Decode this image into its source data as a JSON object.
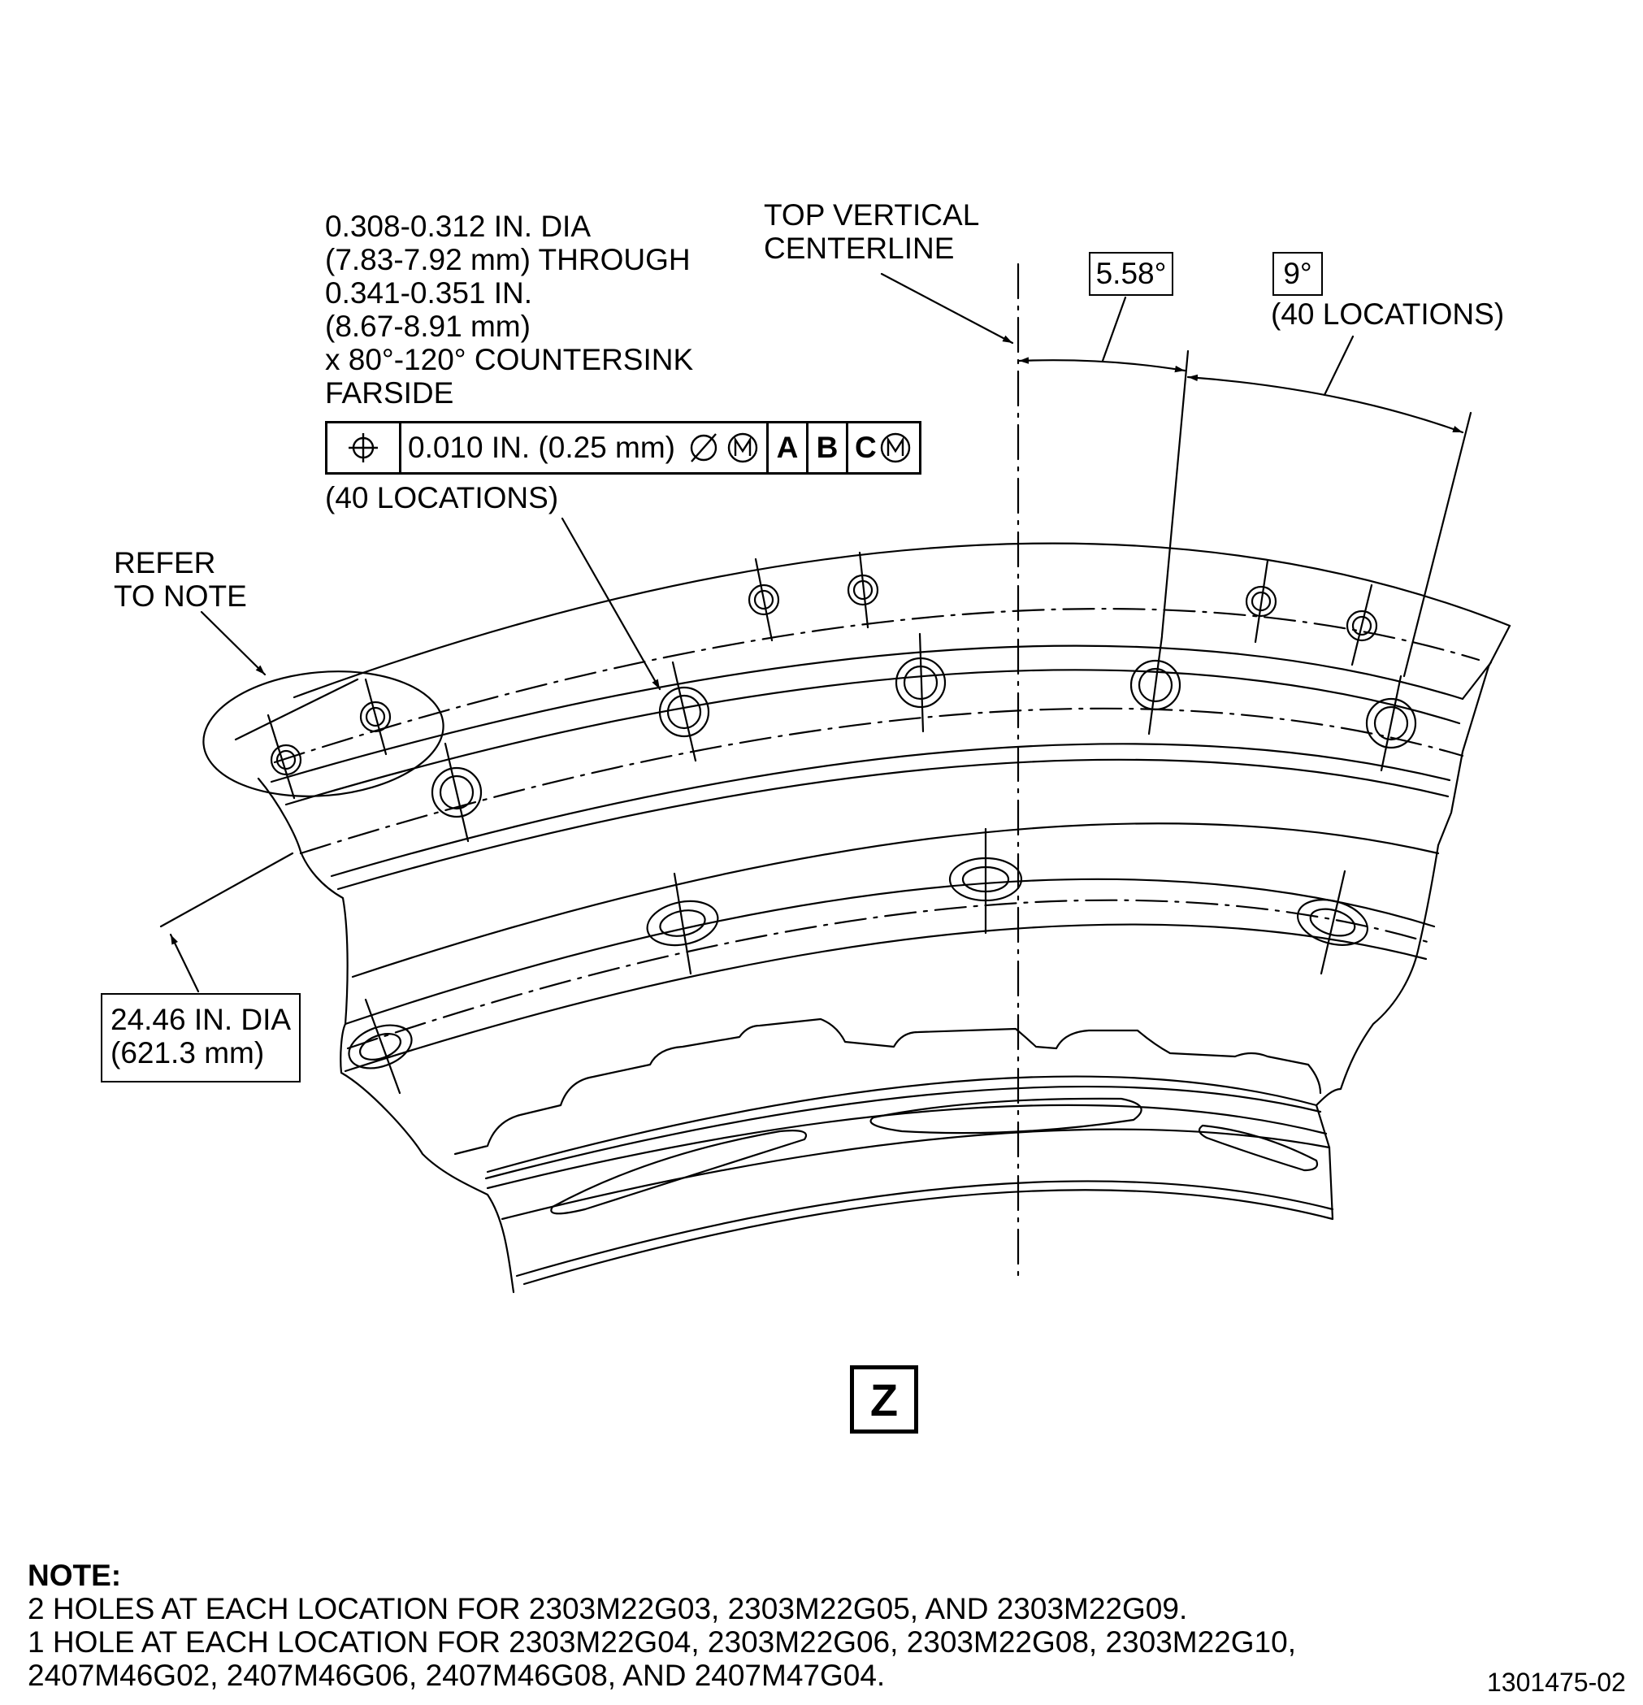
{
  "hole_callout": {
    "lines": [
      "0.308-0.312 IN. DIA",
      "(7.83-7.92 mm) THROUGH",
      "0.341-0.351 IN.",
      "(8.67-8.91 mm)",
      "x 80°-120° COUNTERSINK",
      "FARSIDE"
    ],
    "fcf": {
      "symbol": "position-icon",
      "tolerance": "0.010 IN. (0.25 mm)",
      "datum_a": "A",
      "datum_b": "B",
      "datum_c": "C"
    },
    "locations": "(40 LOCATIONS)"
  },
  "centerline_label": [
    "TOP VERTICAL",
    "CENTERLINE"
  ],
  "angle_basic": "5.58°",
  "angle_spacing": {
    "value": "9°",
    "locations": "(40 LOCATIONS)"
  },
  "refer_note": [
    "REFER",
    "TO NOTE"
  ],
  "diameter": [
    "24.46 IN. DIA",
    "(621.3 mm)"
  ],
  "view_label": "Z",
  "note": {
    "title": "NOTE:",
    "lines": [
      "2 HOLES AT EACH LOCATION FOR 2303M22G03, 2303M22G05, AND 2303M22G09.",
      "1 HOLE AT EACH LOCATION FOR 2303M22G04, 2303M22G06, 2303M22G08, 2303M22G10,",
      "2407M46G02, 2407M46G06, 2407M46G08, AND 2407M47G04."
    ]
  },
  "figure_number": "1301475-02"
}
